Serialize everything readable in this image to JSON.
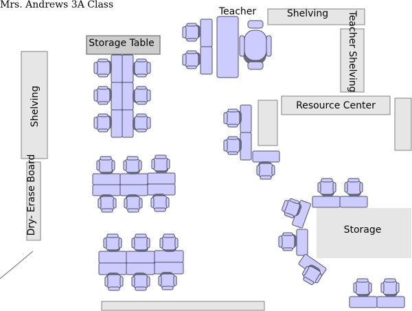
{
  "title": "Mrs. Andrews 3A Class",
  "labels": {
    "teacher": "Teacher",
    "shelving_top": "Shelving",
    "teacher_shelving": "Teacher Shelving",
    "storage_table": "Storage Table",
    "shelving_left": "Shelving",
    "dry_erase_board": "Dry- Erase Board",
    "resource_center": "Resource Center",
    "storage": "Storage"
  },
  "colors": {
    "desk_fill": "#ccccff",
    "desk_stroke": "#4d4d66",
    "chair_shadow": "#6b6b7a",
    "furniture_fill": "#e6e6e6",
    "furniture_stroke": "#808080",
    "storage_table_fill": "#cccccc"
  }
}
